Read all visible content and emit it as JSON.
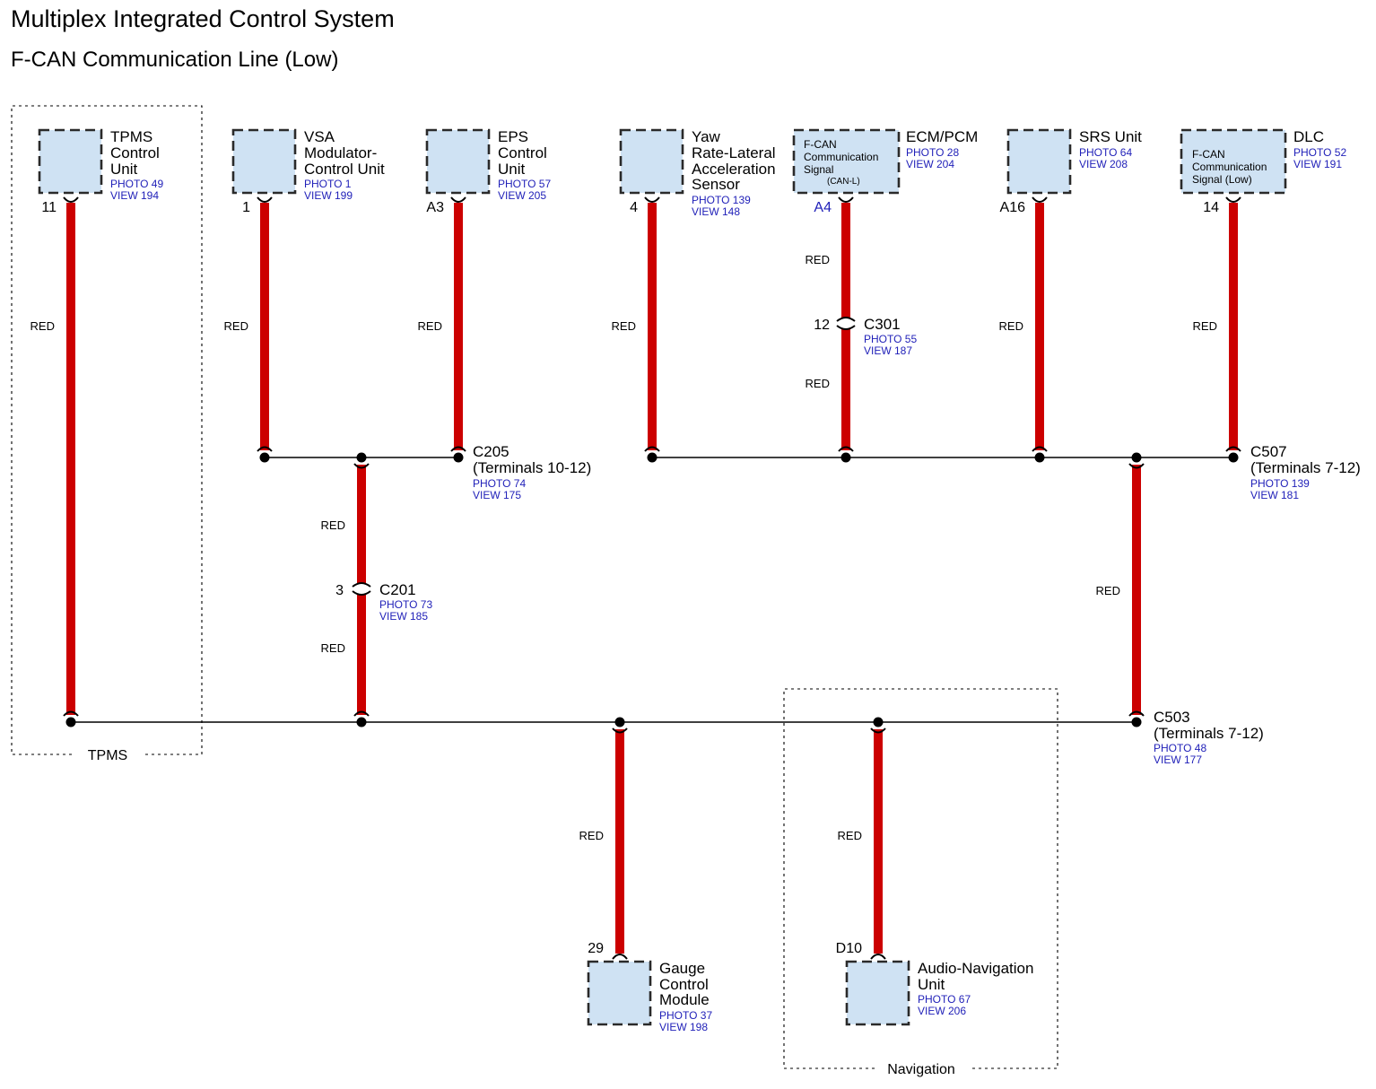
{
  "header": {
    "system_title": "Multiplex Integrated Control System",
    "circuit_title": "F-CAN Communication Line (Low)"
  },
  "colors": {
    "wire": "#cc0000",
    "component_fill": "#cfe2f3",
    "reference_text": "#1f1fb8"
  },
  "zones": {
    "tpms": "TPMS",
    "navigation": "Navigation"
  },
  "wire_color_label": "RED",
  "components": {
    "tpms": {
      "lines": [
        "TPMS",
        "Control",
        "Unit"
      ],
      "photo": "PHOTO 49",
      "view": "VIEW 194",
      "pin": "11"
    },
    "vsa": {
      "lines": [
        "VSA",
        "Modulator-",
        "Control Unit"
      ],
      "photo": "PHOTO 1",
      "view": "VIEW 199",
      "pin": "1"
    },
    "eps": {
      "lines": [
        "EPS",
        "Control",
        "Unit"
      ],
      "photo": "PHOTO 57",
      "view": "VIEW 205",
      "pin": "A3"
    },
    "yaw": {
      "lines": [
        "Yaw",
        "Rate-Lateral",
        "Acceleration",
        "Sensor"
      ],
      "photo": "PHOTO 139",
      "view": "VIEW 148",
      "pin": "4"
    },
    "ecm": {
      "lines": [
        "ECM/PCM"
      ],
      "inner": [
        "F-CAN",
        "Communication",
        "Signal",
        "(CAN-L)"
      ],
      "photo": "PHOTO 28",
      "view": "VIEW 204",
      "pin": "A4"
    },
    "srs": {
      "lines": [
        "SRS Unit"
      ],
      "photo": "PHOTO 64",
      "view": "VIEW 208",
      "pin": "A16"
    },
    "dlc": {
      "lines": [
        "DLC"
      ],
      "inner": [
        "F-CAN",
        "Communication",
        "Signal (Low)"
      ],
      "photo": "PHOTO 52",
      "view": "VIEW 191",
      "pin": "14"
    },
    "gauge": {
      "lines": [
        "Gauge",
        "Control",
        "Module"
      ],
      "photo": "PHOTO 37",
      "view": "VIEW 198",
      "pin": "29"
    },
    "audio": {
      "lines": [
        "Audio-Navigation",
        "Unit"
      ],
      "photo": "PHOTO 67",
      "view": "VIEW 206",
      "pin": "D10"
    }
  },
  "connectors": {
    "c301": {
      "name": "C301",
      "pin": "12",
      "photo": "PHOTO 55",
      "view": "VIEW 187"
    },
    "c201": {
      "name": "C201",
      "pin": "3",
      "photo": "PHOTO 73",
      "view": "VIEW 185"
    },
    "c205": {
      "name": "C205",
      "terminals": "(Terminals 10-12)",
      "photo": "PHOTO 74",
      "view": "VIEW 175"
    },
    "c507": {
      "name": "C507",
      "terminals": "(Terminals 7-12)",
      "photo": "PHOTO 139",
      "view": "VIEW 181"
    },
    "c503": {
      "name": "C503",
      "terminals": "(Terminals 7-12)",
      "photo": "PHOTO 48",
      "view": "VIEW 177"
    }
  }
}
